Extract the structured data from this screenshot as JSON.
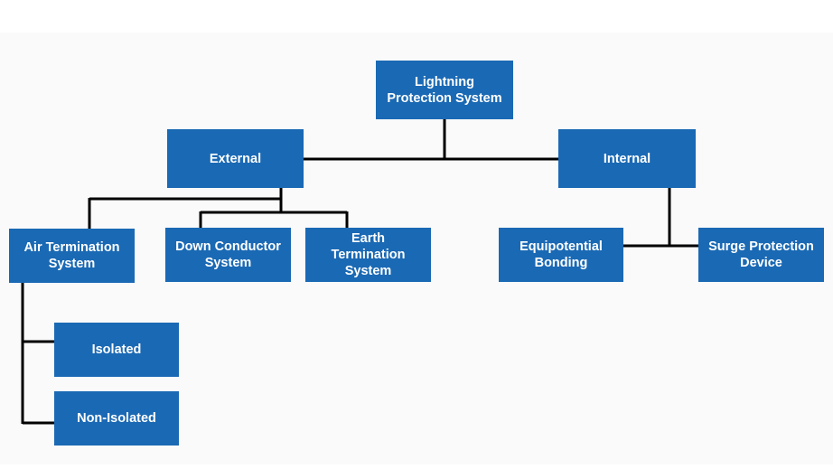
{
  "colors": {
    "box_fill": "#1a69b4",
    "box_text": "#ffffff",
    "connector": "#000000",
    "background": "#fafafa"
  },
  "nodes": {
    "root": "Lightning\nProtection System",
    "external": "External",
    "internal": "Internal",
    "air_termination": "Air Termination\nSystem",
    "down_conductor": "Down Conductor\nSystem",
    "earth_termination": "Earth\nTermination\nSystem",
    "equipotential": "Equipotential\nBonding",
    "surge_protection": "Surge Protection\nDevice",
    "isolated": "Isolated",
    "non_isolated": "Non-Isolated"
  }
}
